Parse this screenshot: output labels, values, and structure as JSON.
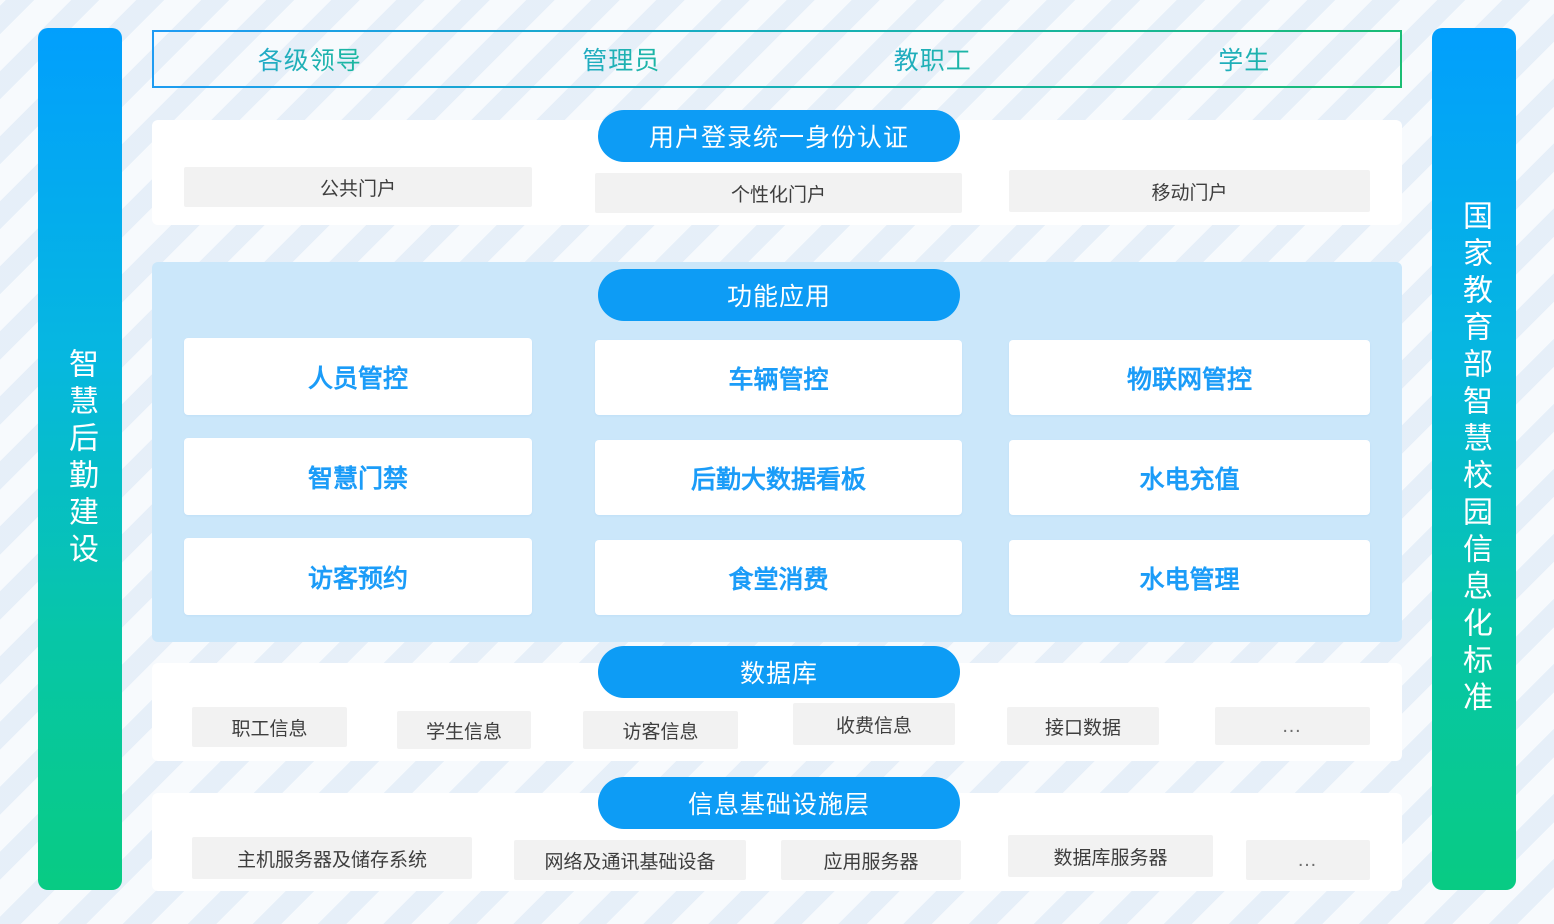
{
  "rails": {
    "left": {
      "label": "智慧后勤建设"
    },
    "right": {
      "label": "国家教育部智慧校园信息化标准"
    }
  },
  "roles": {
    "items": [
      {
        "label": "各级领导"
      },
      {
        "label": "管理员"
      },
      {
        "label": "教职工"
      },
      {
        "label": "学生"
      }
    ]
  },
  "portal": {
    "title": "用户登录统一身份认证",
    "items": [
      {
        "label": "公共门户"
      },
      {
        "label": "个性化门户"
      },
      {
        "label": "移动门户"
      }
    ]
  },
  "apps": {
    "title": "功能应用",
    "items": [
      {
        "label": "人员管控"
      },
      {
        "label": "车辆管控"
      },
      {
        "label": "物联网管控"
      },
      {
        "label": "智慧门禁"
      },
      {
        "label": "后勤大数据看板"
      },
      {
        "label": "水电充值"
      },
      {
        "label": "访客预约"
      },
      {
        "label": "食堂消费"
      },
      {
        "label": "水电管理"
      }
    ]
  },
  "database": {
    "title": "数据库",
    "items": [
      {
        "label": "职工信息"
      },
      {
        "label": "学生信息"
      },
      {
        "label": "访客信息"
      },
      {
        "label": "收费信息"
      },
      {
        "label": "接口数据"
      },
      {
        "label": "…"
      }
    ]
  },
  "infrastructure": {
    "title": "信息基础设施层",
    "items": [
      {
        "label": "主机服务器及储存系统"
      },
      {
        "label": "网络及通讯基础设备"
      },
      {
        "label": "应用服务器"
      },
      {
        "label": "数据库服务器"
      },
      {
        "label": "…"
      }
    ]
  },
  "colors": {
    "accent_blue": "#0d9cf5",
    "app_text_blue": "#1b9cf8",
    "panel_blue": "#cbe7fa",
    "chip_grey": "#f2f2f2",
    "rail_gradient_start": "#029ffd",
    "rail_gradient_end": "#08cb83",
    "role_gradient_start": "#2a9cf2",
    "role_gradient_end": "#14c177"
  }
}
